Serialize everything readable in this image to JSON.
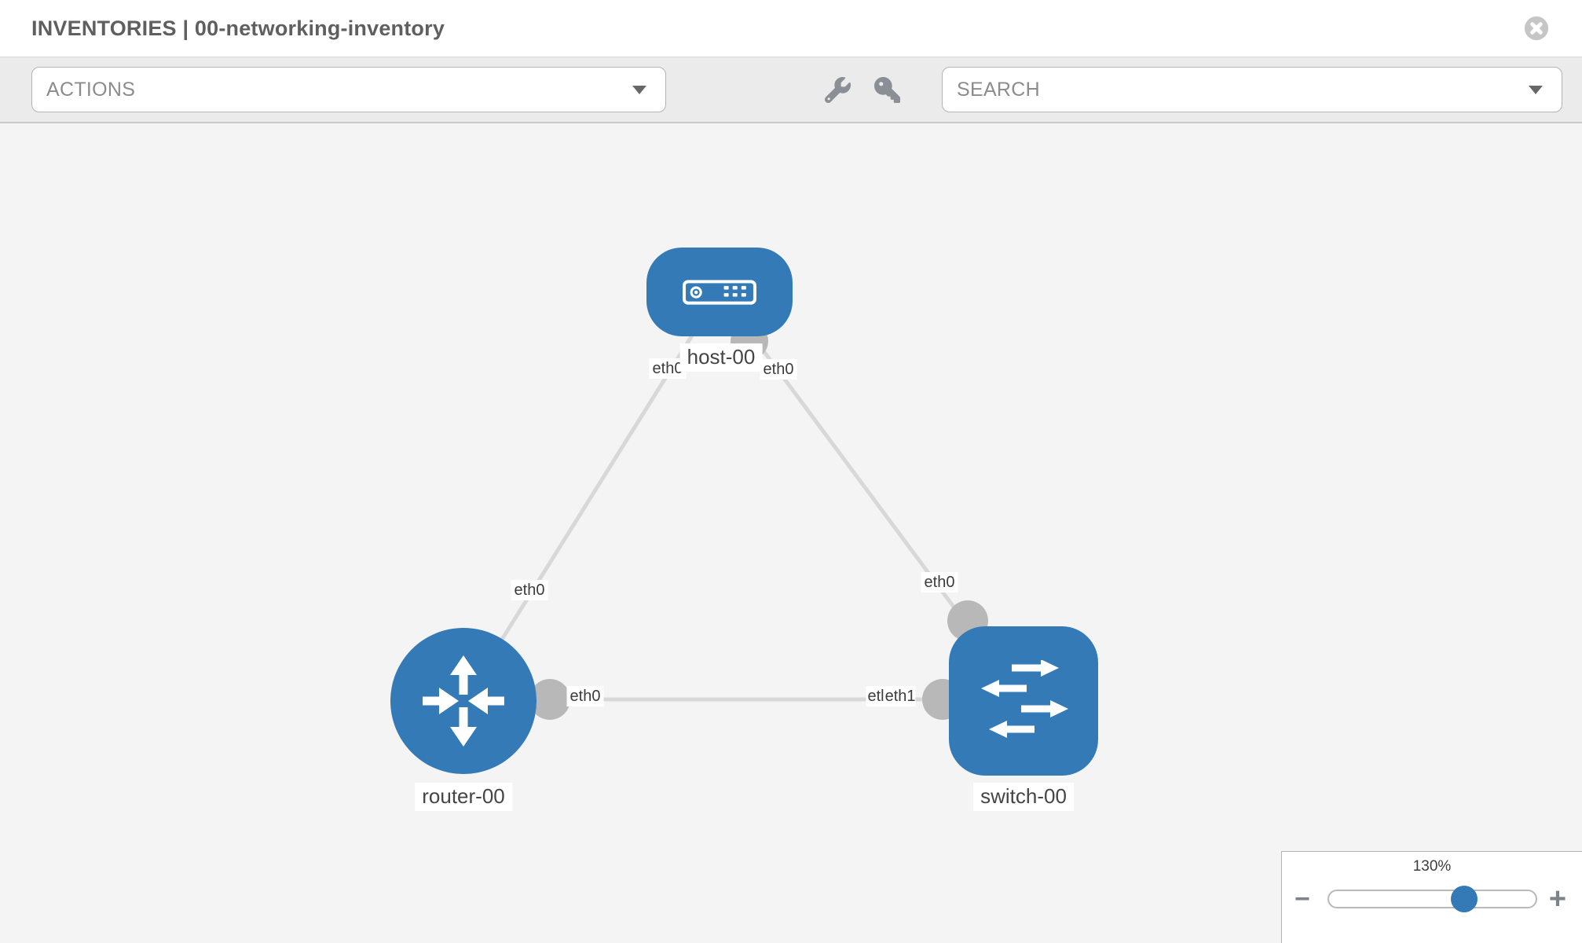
{
  "header": {
    "title": "INVENTORIES | 00-networking-inventory"
  },
  "toolbar": {
    "actions_label": "ACTIONS",
    "search_label": "SEARCH"
  },
  "topology": {
    "nodes": [
      {
        "id": "host-00",
        "type": "host",
        "label": "host-00"
      },
      {
        "id": "router-00",
        "type": "router",
        "label": "router-00"
      },
      {
        "id": "switch-00",
        "type": "switch",
        "label": "switch-00"
      }
    ],
    "links": [
      {
        "source": "host-00",
        "target": "router-00",
        "source_label": "eth0",
        "target_label": "eth0"
      },
      {
        "source": "host-00",
        "target": "switch-00",
        "source_label": "eth0",
        "target_label": "eth0"
      },
      {
        "source": "router-00",
        "target": "switch-00",
        "source_label": "eth0",
        "target_label": "eth1",
        "target_label_artifact": "etl"
      }
    ]
  },
  "zoom_control": {
    "value": "130%",
    "decrease_label": "−",
    "increase_label": "+"
  },
  "colors": {
    "node_blue": "#337ab7",
    "link_gray": "#d8d8d8",
    "port_gray": "#b8b8b8",
    "toolbar_bg": "#ebebeb",
    "canvas_bg": "#f4f4f4"
  }
}
